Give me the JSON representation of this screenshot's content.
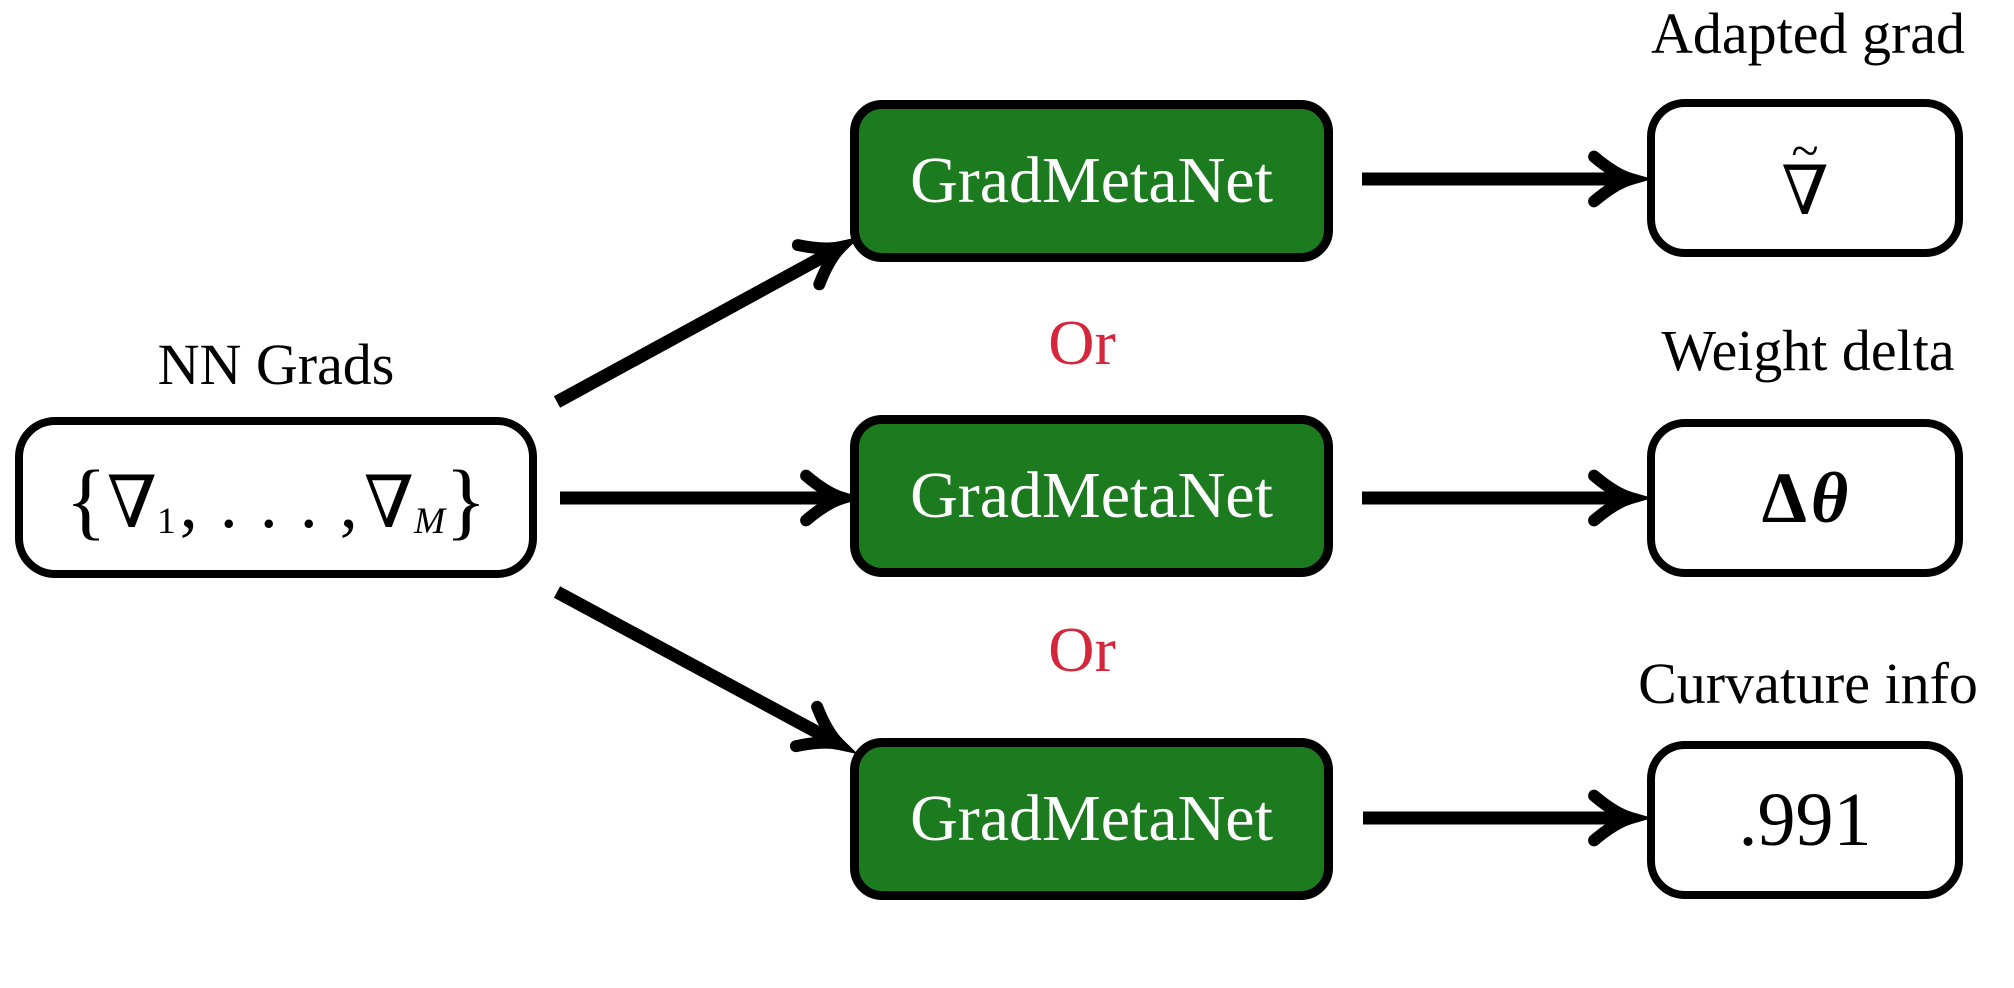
{
  "input": {
    "label": "NN Grads",
    "formula": {
      "open": "{",
      "nabla_first": "∇",
      "sub_first": "1",
      "dots": ", . . . ,",
      "nabla_last": "∇",
      "sub_last": "M",
      "close": "}"
    }
  },
  "processors": [
    {
      "label": "GradMetaNet"
    },
    {
      "label": "GradMetaNet"
    },
    {
      "label": "GradMetaNet"
    }
  ],
  "or_labels": [
    "Or",
    "Or"
  ],
  "outputs": [
    {
      "label": "Adapted grad",
      "tilde": "~",
      "nabla": "∇"
    },
    {
      "label": "Weight delta",
      "delta": "Δ",
      "theta": "θ"
    },
    {
      "label": "Curvature info",
      "value": ".991"
    }
  ],
  "colors": {
    "green": "#1c7a1f",
    "red": "#d5263c",
    "ink": "#000000",
    "paper": "#ffffff"
  }
}
